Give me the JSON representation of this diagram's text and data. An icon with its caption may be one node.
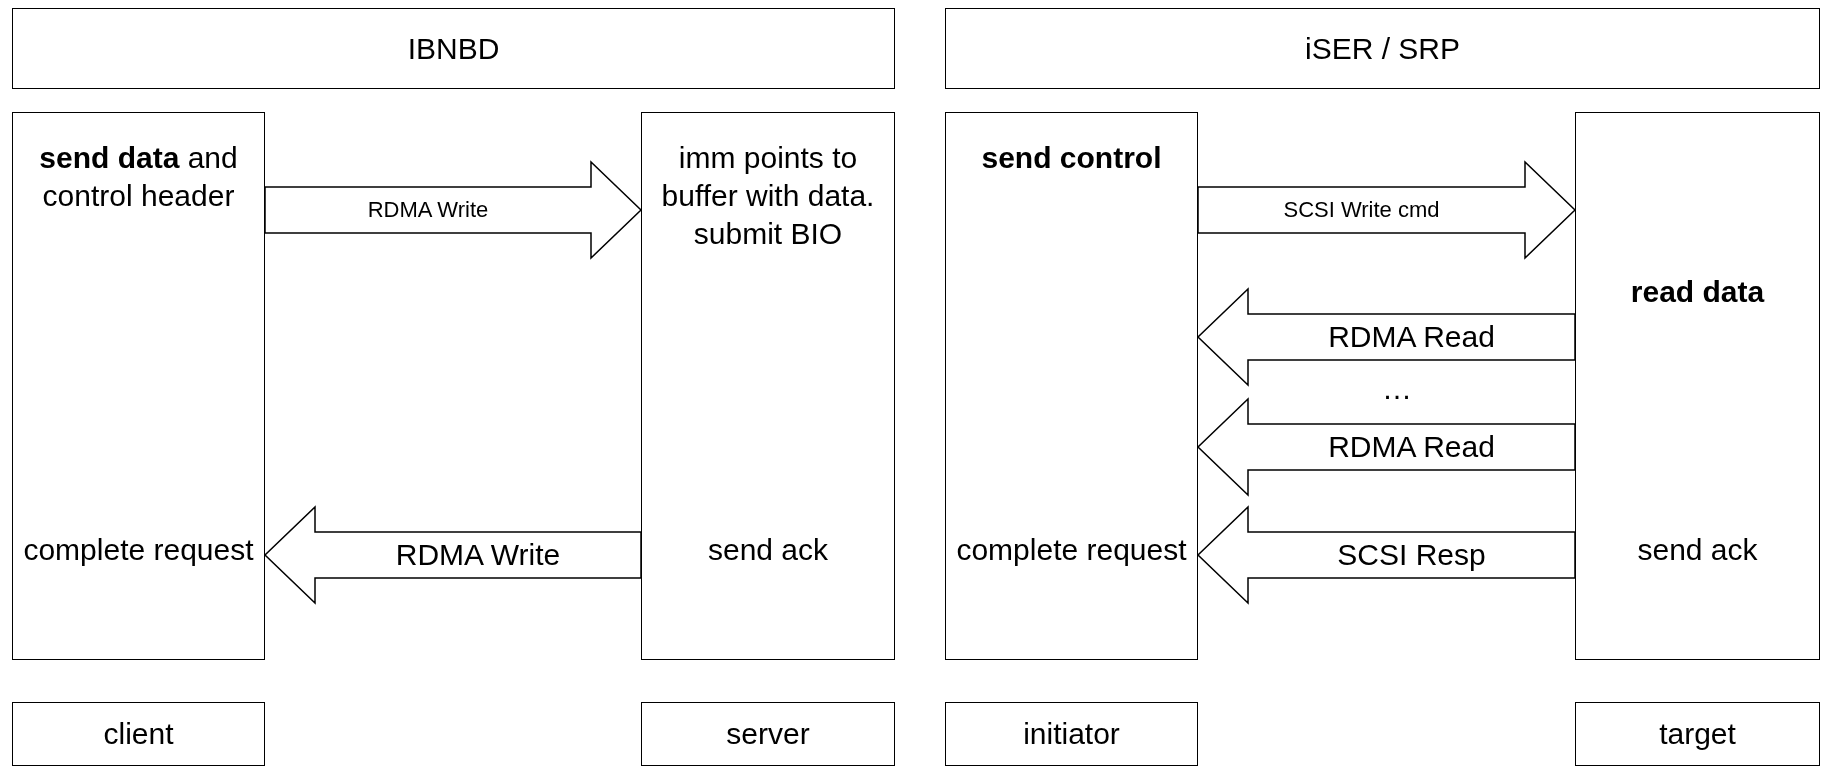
{
  "diagram": {
    "nodes": [
      {
        "text": [
          "IBNBD"
        ]
      },
      {
        "text": [
          "iSER / SRP"
        ]
      },
      {
        "text": [
          "**send data** and control header",
          "complete request"
        ]
      },
      {
        "text": [
          "imm points to buffer with data. submit BIO",
          "send ack"
        ]
      },
      {
        "text": [
          "send control",
          "complete request"
        ]
      },
      {
        "text": [
          "read data",
          "send ack"
        ]
      },
      {
        "text": [
          "client"
        ]
      },
      {
        "text": [
          "server"
        ]
      },
      {
        "text": [
          "initiator"
        ]
      },
      {
        "text": [
          "target"
        ]
      }
    ],
    "edges": [
      {
        "from": 2,
        "to": 3,
        "arrow": "to",
        "label": "RDMA Write"
      },
      {
        "from": 3,
        "to": 2,
        "arrow": "to",
        "label": "RDMA Write"
      },
      {
        "from": 4,
        "to": 5,
        "arrow": "to",
        "label": "SCSI Write cmd"
      },
      {
        "from": 5,
        "to": 4,
        "arrow": "to",
        "label": "RDMA Read"
      },
      {
        "from": 5,
        "to": 4,
        "arrow": "to",
        "label": "RDMA Read"
      },
      {
        "from": 5,
        "to": 4,
        "arrow": "to",
        "label": "SCSI Resp"
      }
    ],
    "labels": [
      "…"
    ]
  }
}
